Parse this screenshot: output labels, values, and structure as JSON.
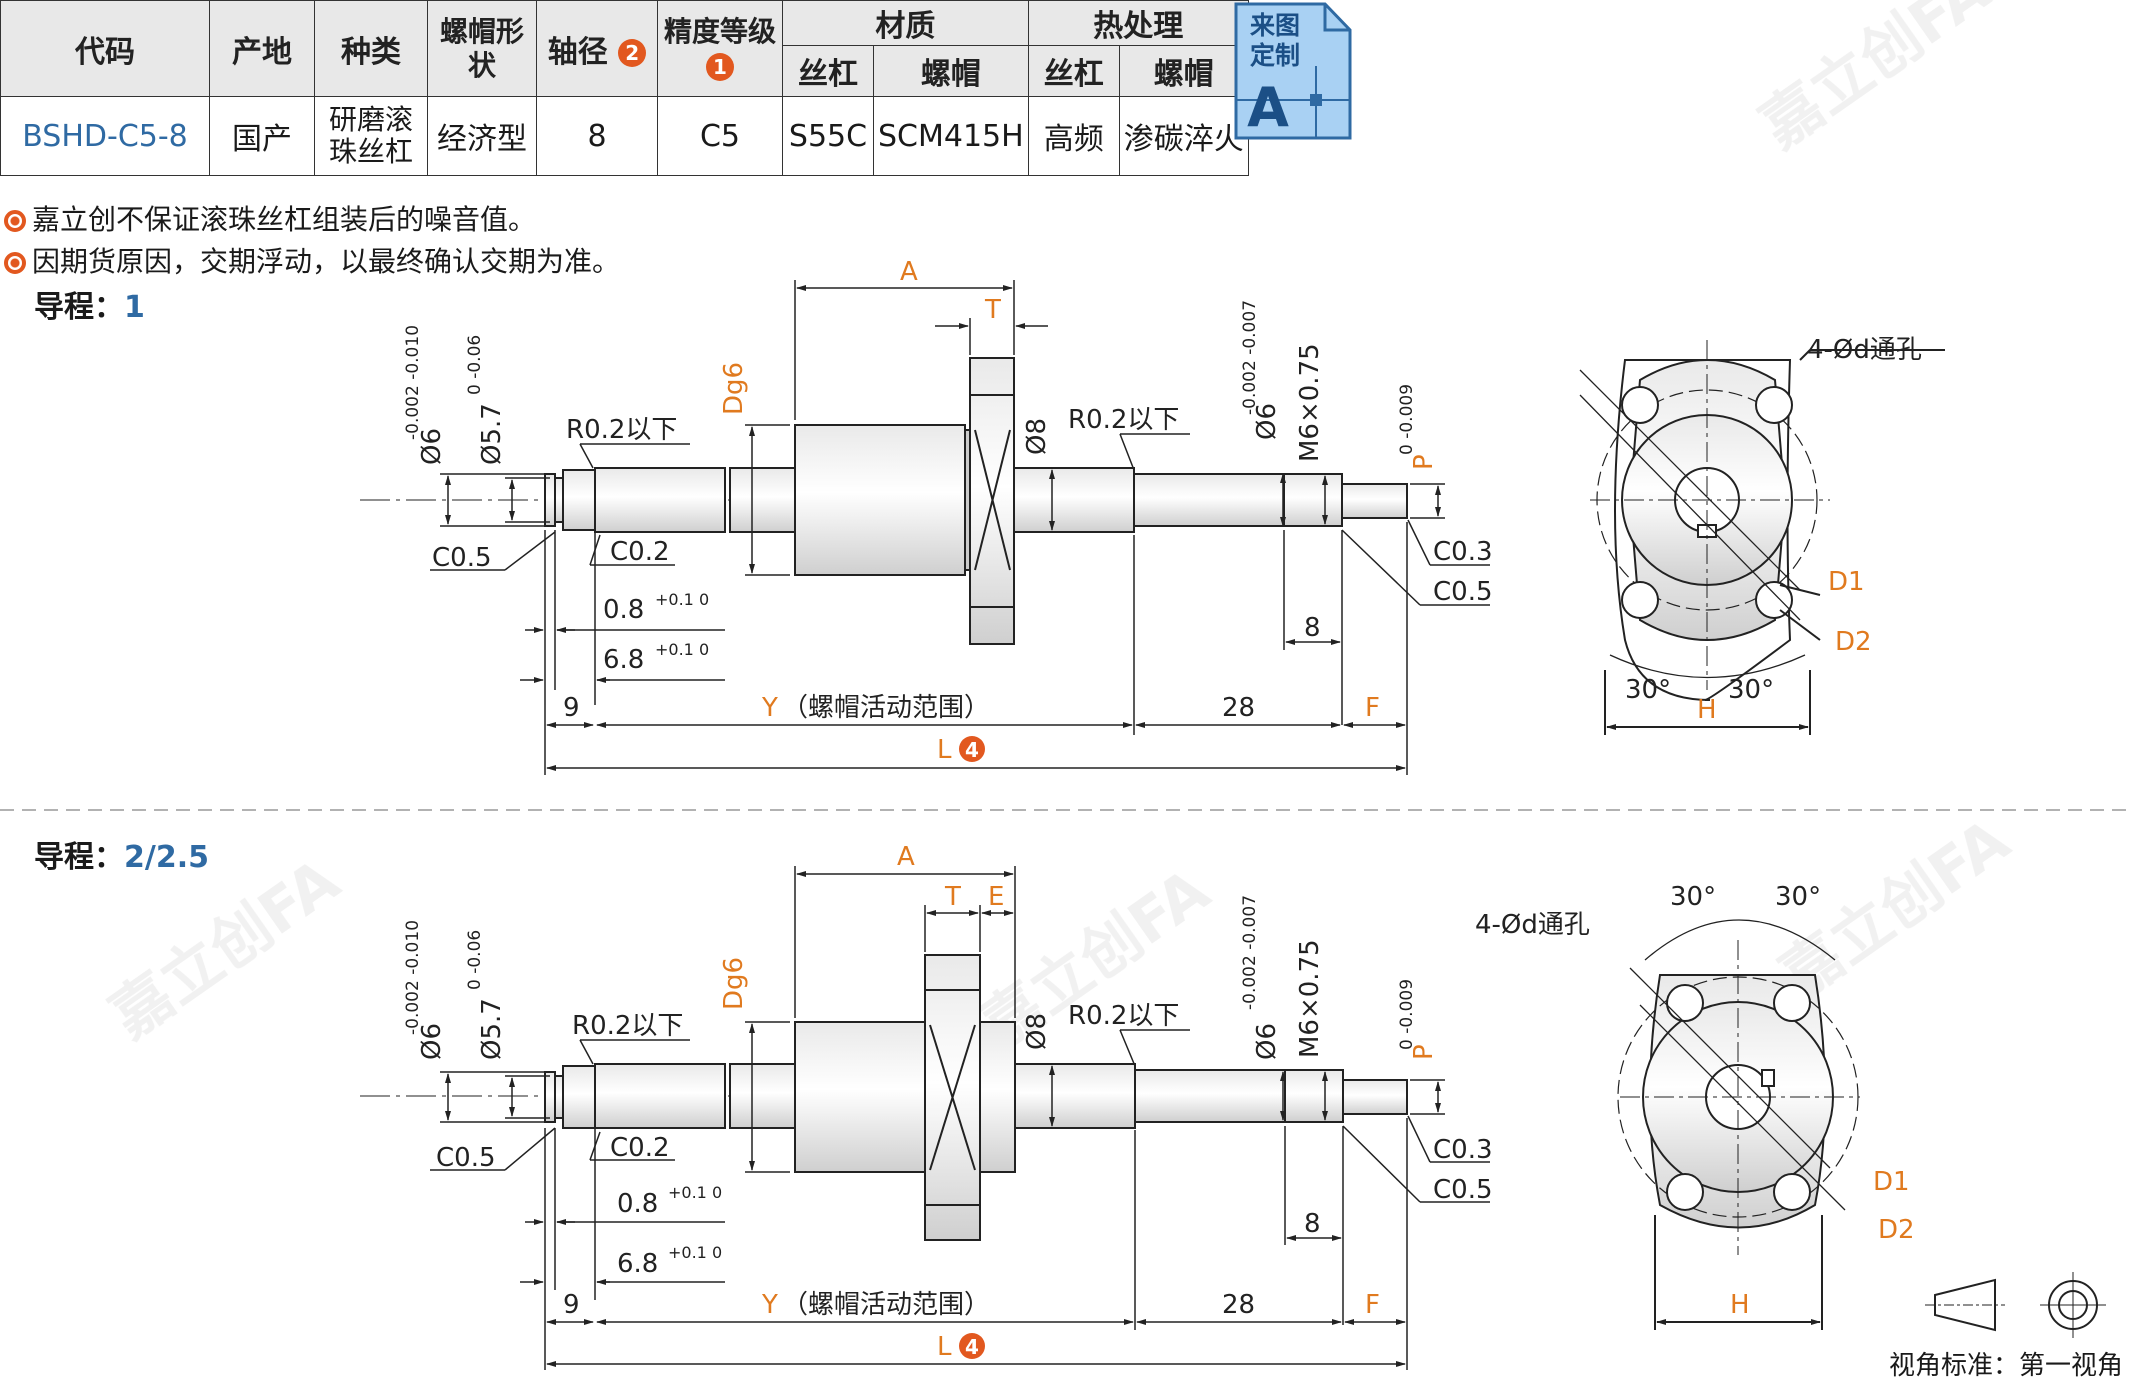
{
  "table": {
    "headers": {
      "code": "代码",
      "origin": "产地",
      "type": "种类",
      "nut_shape": "螺帽形状",
      "shaft_dia": "轴径",
      "shaft_dia_badge": "2",
      "precision": "精度等级",
      "precision_badge": "1",
      "material": "材质",
      "heat": "热处理",
      "sub_screw": "丝杠",
      "sub_nut": "螺帽"
    },
    "row": {
      "code": "BSHD-C5-8",
      "origin": "国产",
      "type": "研磨滚珠丝杠",
      "nut_shape": "经济型",
      "shaft_dia": "8",
      "precision": "C5",
      "mat_screw": "S55C",
      "mat_nut": "SCM415H",
      "heat_screw": "高频",
      "heat_nut": "渗碳淬火"
    }
  },
  "badge": {
    "line1": "来图",
    "line2": "定制",
    "letter": "A"
  },
  "notes": [
    "嘉立创不保证滚珠丝杠组装后的噪音值。",
    "因期货原因，交期浮动，以最终确认交期为准。"
  ],
  "sections": [
    {
      "label": "导程：",
      "value": "1"
    },
    {
      "label": "导程：",
      "value": "2/2.5"
    }
  ],
  "dims": {
    "A": "A",
    "T": "T",
    "E": "E",
    "Dg6": "Dg6",
    "phi8": "Ø8",
    "r02": "R0.2以下",
    "m6": "M6×0.75",
    "phi6": "Ø6",
    "phi6_tol": "-0.002 -0.010",
    "phi6b_tol": "-0.002 -0.007",
    "phi57": "Ø5.7",
    "phi57_tol": "0 -0.06",
    "P": "P",
    "P_tol": "0 -0.009",
    "c05": "C0.5",
    "c02": "C0.2",
    "c03": "C0.3",
    "d08": "0.8",
    "d68": "6.8",
    "tol01": "+0.1 0",
    "n9": "9",
    "n28": "28",
    "n8": "8",
    "Y": "Y",
    "Y_text": "（螺帽活动范围）",
    "F": "F",
    "L": "L",
    "L_badge": "4",
    "hole": "4-Ød通孔",
    "D1": "D1",
    "D2": "D2",
    "H": "H",
    "ang": "30°"
  },
  "footer": "视角标准：第一视角",
  "watermark": "嘉立创FA",
  "colors": {
    "accent": "#e2581f",
    "blue": "#2f6aa3",
    "orange_dim": "#e07a1f"
  }
}
